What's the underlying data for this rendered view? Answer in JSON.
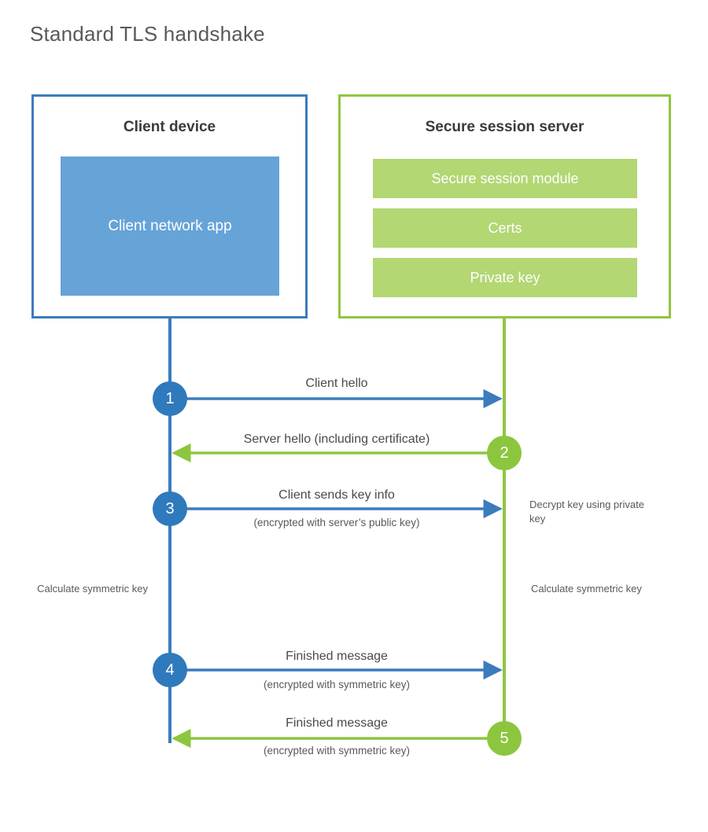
{
  "title": "Standard TLS handshake",
  "colors": {
    "client_border": "#3b7cbd",
    "client_block": "#66a3d7",
    "server_border": "#8fc640",
    "server_block": "#b2d773",
    "badge_blue": "#2f79bd",
    "badge_green": "#8cc63e",
    "title_text": "#58595b"
  },
  "client_panel": {
    "title": "Client device",
    "app_label": "Client network app"
  },
  "server_panel": {
    "title": "Secure session server",
    "blocks": [
      {
        "label": "Secure session module"
      },
      {
        "label": "Certs"
      },
      {
        "label": "Private key"
      }
    ]
  },
  "steps": [
    {
      "number": "1",
      "label": "Client hello",
      "sublabel": "",
      "direction": "client-to-server",
      "color": "blue"
    },
    {
      "number": "2",
      "label": "Server hello (including certificate)",
      "sublabel": "",
      "direction": "server-to-client",
      "color": "green"
    },
    {
      "number": "3",
      "label": "Client sends key info",
      "sublabel": "(encrypted with server’s public key)",
      "direction": "client-to-server",
      "color": "blue"
    },
    {
      "number": "4",
      "label": "Finished message",
      "sublabel": "(encrypted with symmetric key)",
      "direction": "client-to-server",
      "color": "blue"
    },
    {
      "number": "5",
      "label": "Finished message",
      "sublabel": "(encrypted with symmetric key)",
      "direction": "server-to-client",
      "color": "green"
    }
  ],
  "notes": {
    "server_decrypt": "Decrypt key using private key",
    "client_calculate": "Calculate symmetric key",
    "server_calculate": "Calculate symmetric key"
  }
}
